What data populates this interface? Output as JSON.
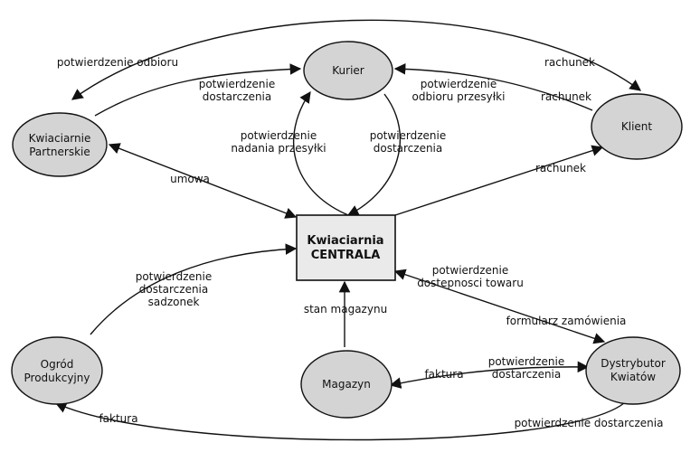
{
  "nodes": {
    "kurier": "Kurier",
    "klient": "Klient",
    "kwiaciarnie_line1": "Kwiaciarnie",
    "kwiaciarnie_line2": "Partnerskie",
    "centrala_line1": "Kwiaciarnia",
    "centrala_line2": "CENTRALA",
    "ogrod_line1": "Ogród",
    "ogrod_line2": "Produkcyjny",
    "magazyn": "Magazyn",
    "dystrybutor_line1": "Dystrybutor",
    "dystrybutor_line2": "Kwiatów"
  },
  "labels": {
    "potw_odbioru": "potwierdzenie odbioru",
    "potw_dostarczenia_a1": "potwierdzenie",
    "potw_dostarczenia_a2": "dostarczenia",
    "potw_odbioru_przesylki1": "potwierdzenie",
    "potw_odbioru_przesylki2": "odbioru przesyłki",
    "rachunek_top": "rachunek",
    "rachunek_mid": "rachunek",
    "rachunek_low": "rachunek",
    "potw_nadania1": "potwierdzenie",
    "potw_nadania2": "nadania przesyłki",
    "potw_dostarczenia_b1": "potwierdzenie",
    "potw_dostarczenia_b2": "dostarczenia",
    "umowa": "umowa",
    "potw_sadzonek1": "potwierdzenie",
    "potw_sadzonek2": "dostarczenia",
    "potw_sadzonek3": "sadzonek",
    "potw_dostepnosci1": "potwierdzenie",
    "potw_dostepnosci2": "dostepnosci towaru",
    "stan_magazynu": "stan magazynu",
    "formularz": "formularz zamówienia",
    "faktura_mag": "faktura",
    "potw_dostarczenia_c1": "potwierdzenie",
    "potw_dostarczenia_c2": "dostarczenia",
    "faktura_bottom": "faktura",
    "potw_dostarczenia_bottom": "potwierdzenie dostarczenia"
  }
}
